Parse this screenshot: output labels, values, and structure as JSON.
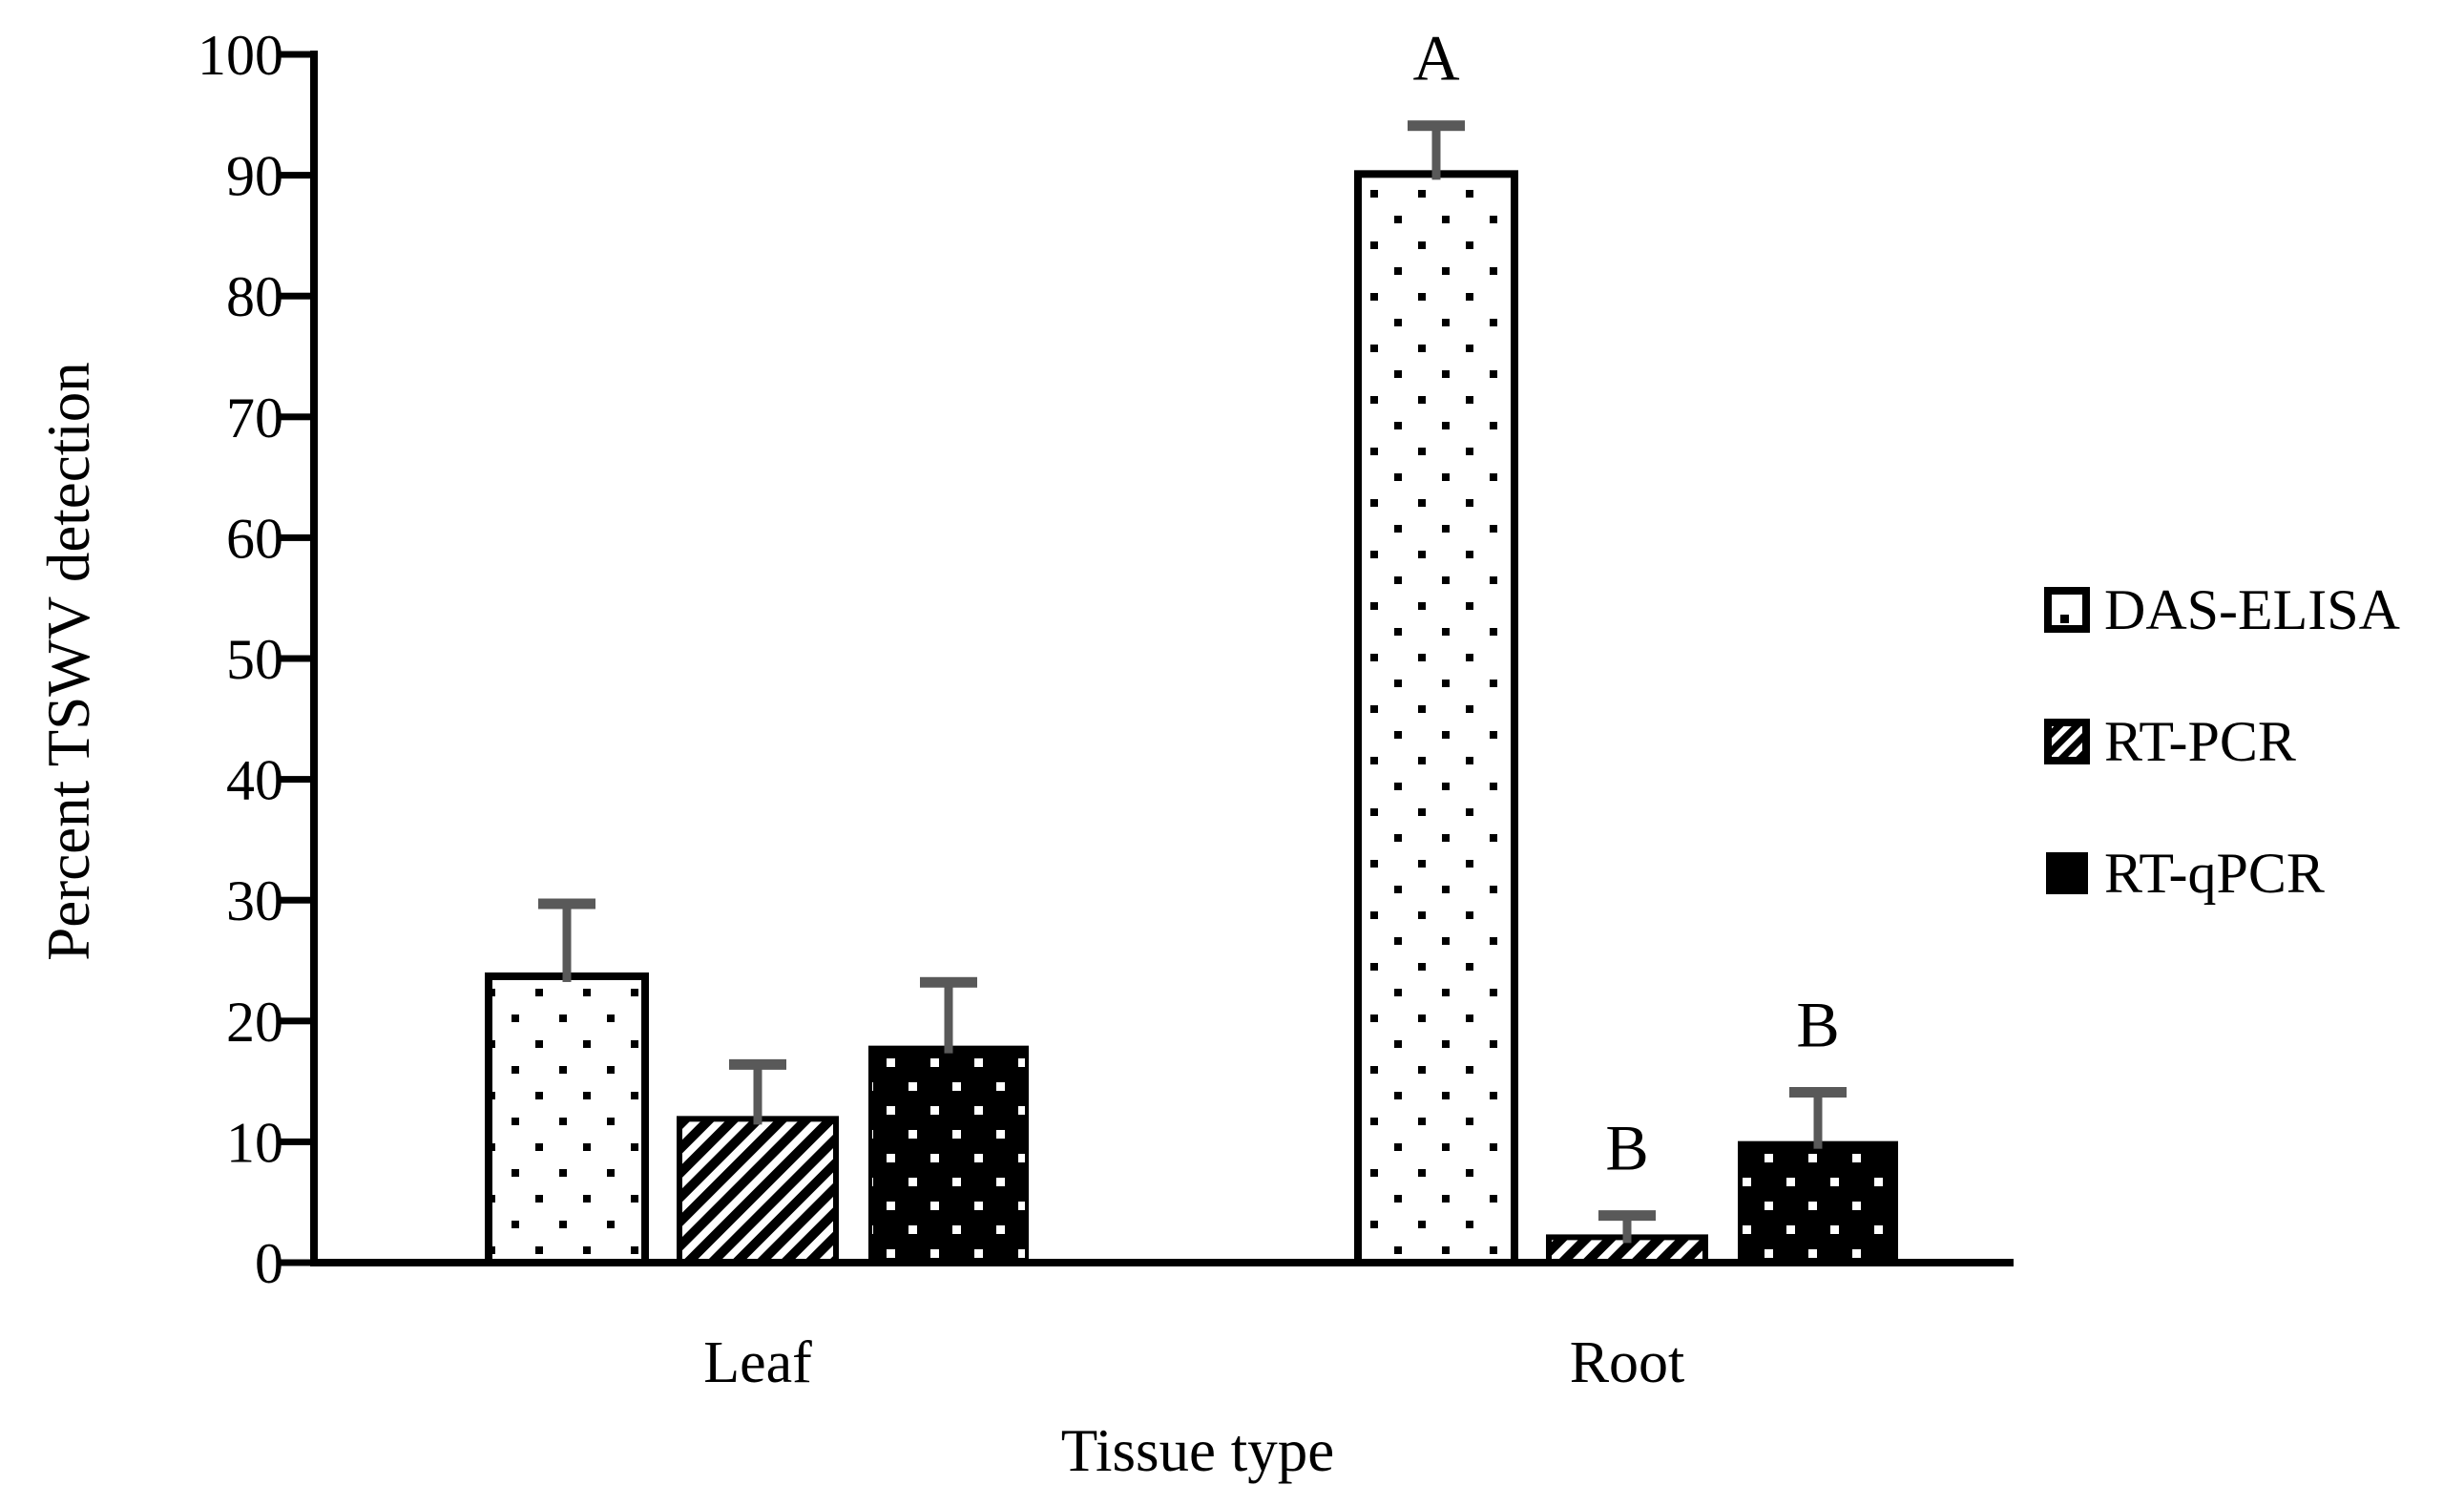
{
  "figure": {
    "y_axis_title": "Percent TSWV detection",
    "x_axis_title": "Tissue type"
  },
  "legend": [
    {
      "label": "DAS-ELISA",
      "pattern": "dots-black-on-white",
      "swatch_icon": "dotted-square-icon"
    },
    {
      "label": "RT-PCR",
      "pattern": "diagonal-hatch",
      "swatch_icon": "hatched-square-icon"
    },
    {
      "label": "RT-qPCR",
      "pattern": "dots-white-on-black",
      "swatch_icon": "solid-black-square-icon"
    }
  ],
  "chart_data": {
    "type": "bar",
    "title": "",
    "xlabel": "Tissue type",
    "ylabel": "Percent TSWV detection",
    "categories": [
      "Leaf",
      "Root"
    ],
    "series": [
      {
        "name": "DAS-ELISA",
        "pattern": "dots-black-on-white",
        "values": [
          23.7,
          90.1
        ],
        "error_plus": [
          6.0,
          4.0
        ]
      },
      {
        "name": "RT-PCR",
        "pattern": "diagonal-hatch",
        "values": [
          11.9,
          2.1
        ],
        "error_plus": [
          4.5,
          1.8
        ]
      },
      {
        "name": "RT-qPCR",
        "pattern": "dots-white-on-black",
        "values": [
          17.8,
          9.9
        ],
        "error_plus": [
          5.4,
          4.2
        ]
      }
    ],
    "significance_letters": [
      [
        "",
        "",
        ""
      ],
      [
        "A",
        "B",
        "B"
      ]
    ],
    "ylim": [
      0,
      100
    ],
    "yticks": [
      0,
      10,
      20,
      30,
      40,
      50,
      60,
      70,
      80,
      90,
      100
    ],
    "grid": false,
    "legend_position": "right",
    "bar_fill_white": "#ffffff",
    "bar_fill_black": "#000000",
    "bar_border_color": "#000000",
    "error_bar_color": "#595959",
    "axis_color": "#000000"
  }
}
